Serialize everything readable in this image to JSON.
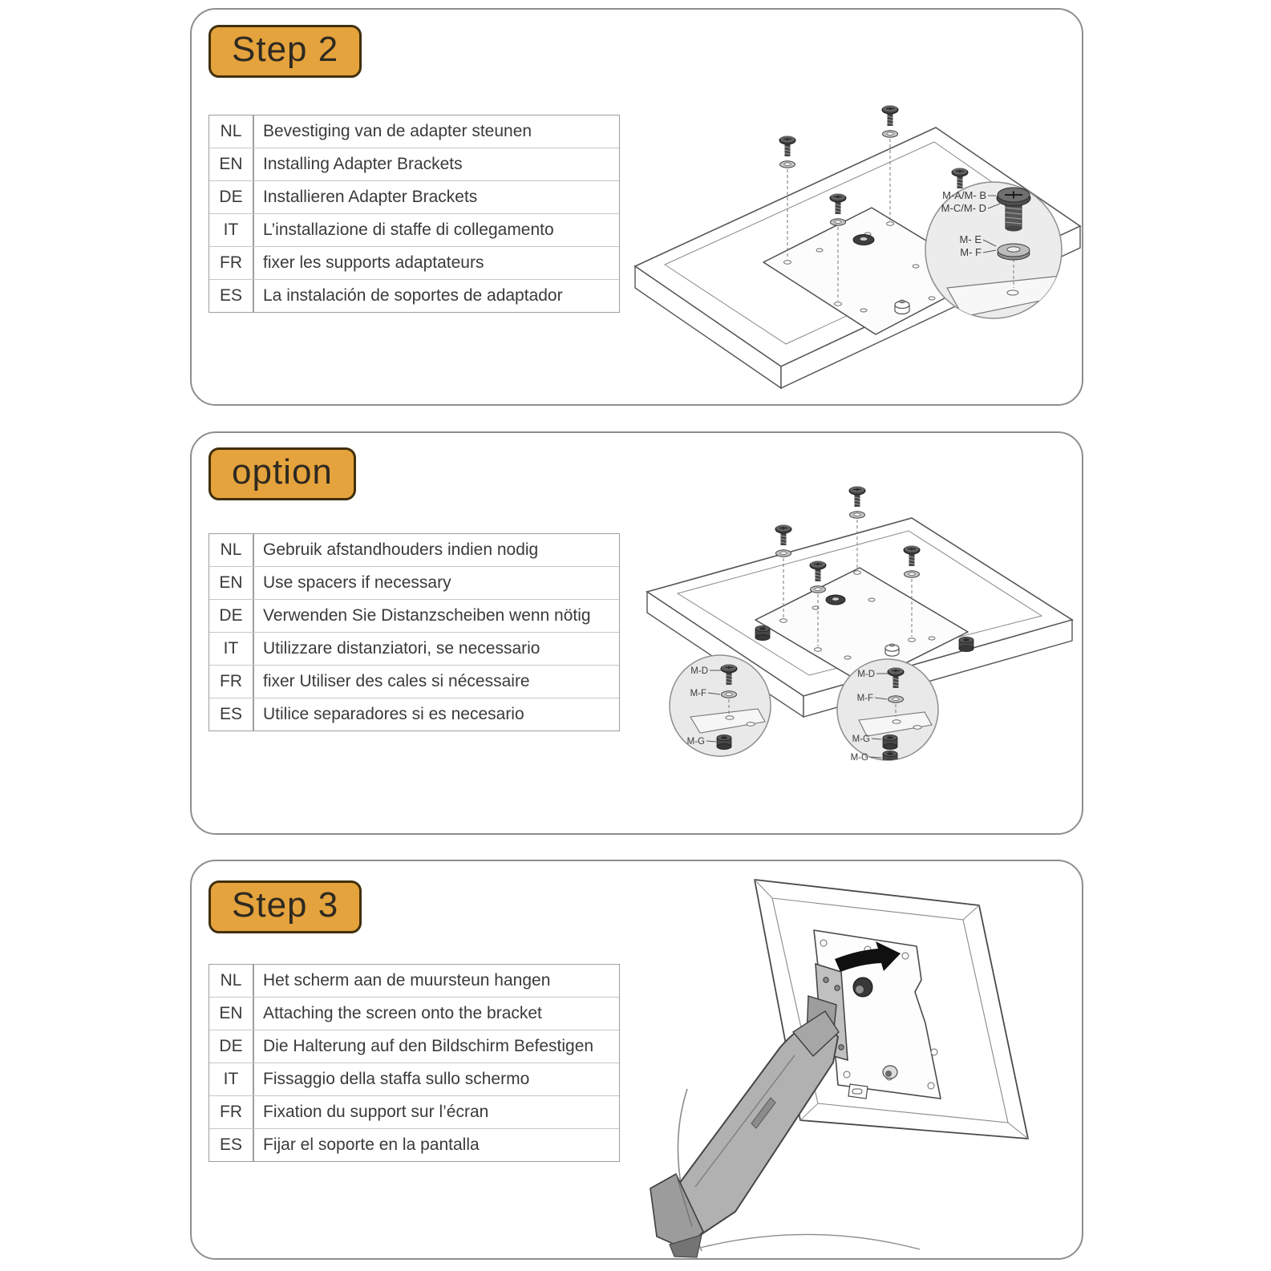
{
  "document": {
    "type": "mounting-instruction-sheet",
    "languages": [
      "NL",
      "EN",
      "DE",
      "IT",
      "FR",
      "ES"
    ]
  },
  "colors": {
    "badge_bg": "#E5A33D",
    "badge_border": "#41300C",
    "badge_text": "#2F2A21",
    "panel_border": "#8E8E8E",
    "table_border": "#9E9E9E",
    "body_text": "#3A3A3A",
    "callout_fill": "#ECECEC",
    "arm_fill": "#B1B1B1",
    "arrow_fill": "#101010"
  },
  "panels": [
    {
      "badge": "Step 2",
      "rows": [
        {
          "lang": "NL",
          "text": "Bevestiging van de adapter steunen"
        },
        {
          "lang": "EN",
          "text": "Installing Adapter Brackets"
        },
        {
          "lang": "DE",
          "text": "Installieren Adapter Brackets"
        },
        {
          "lang": "IT",
          "text": "L’installazione di staffe di collegamento"
        },
        {
          "lang": "FR",
          "text": "fixer les supports adaptateurs"
        },
        {
          "lang": "ES",
          "text": "La instalación de soportes de adaptador"
        }
      ],
      "callouts": [
        {
          "labels": [
            "M-A/M- B",
            "M-C/M- D",
            "M- E",
            "M- F"
          ]
        }
      ]
    },
    {
      "badge": "option",
      "rows": [
        {
          "lang": "NL",
          "text": "Gebruik afstandhouders indien nodig"
        },
        {
          "lang": "EN",
          "text": "Use spacers if necessary"
        },
        {
          "lang": "DE",
          "text": "Verwenden Sie Distanzscheiben wenn nötig"
        },
        {
          "lang": "IT",
          "text": "Utilizzare distanziatori, se necessario"
        },
        {
          "lang": "FR",
          "text": "fixer Utiliser des cales si nécessaire"
        },
        {
          "lang": "ES",
          "text": "Utilice separadores si es necesario"
        }
      ],
      "callouts": [
        {
          "labels": [
            "M-D",
            "M-F",
            "M-G"
          ]
        },
        {
          "labels": [
            "M-D",
            "M-F",
            "M-G",
            "M-G"
          ]
        }
      ]
    },
    {
      "badge": "Step 3",
      "rows": [
        {
          "lang": "NL",
          "text": "Het scherm aan de muursteun hangen"
        },
        {
          "lang": "EN",
          "text": "Attaching the screen onto the bracket"
        },
        {
          "lang": "DE",
          "text": "Die Halterung auf den Bildschirm Befestigen"
        },
        {
          "lang": "IT",
          "text": "Fissaggio della staffa sullo schermo"
        },
        {
          "lang": "FR",
          "text": "Fixation du support sur l’écran"
        },
        {
          "lang": "ES",
          "text": "Fijar el soporte en la pantalla"
        }
      ],
      "callouts": []
    }
  ]
}
